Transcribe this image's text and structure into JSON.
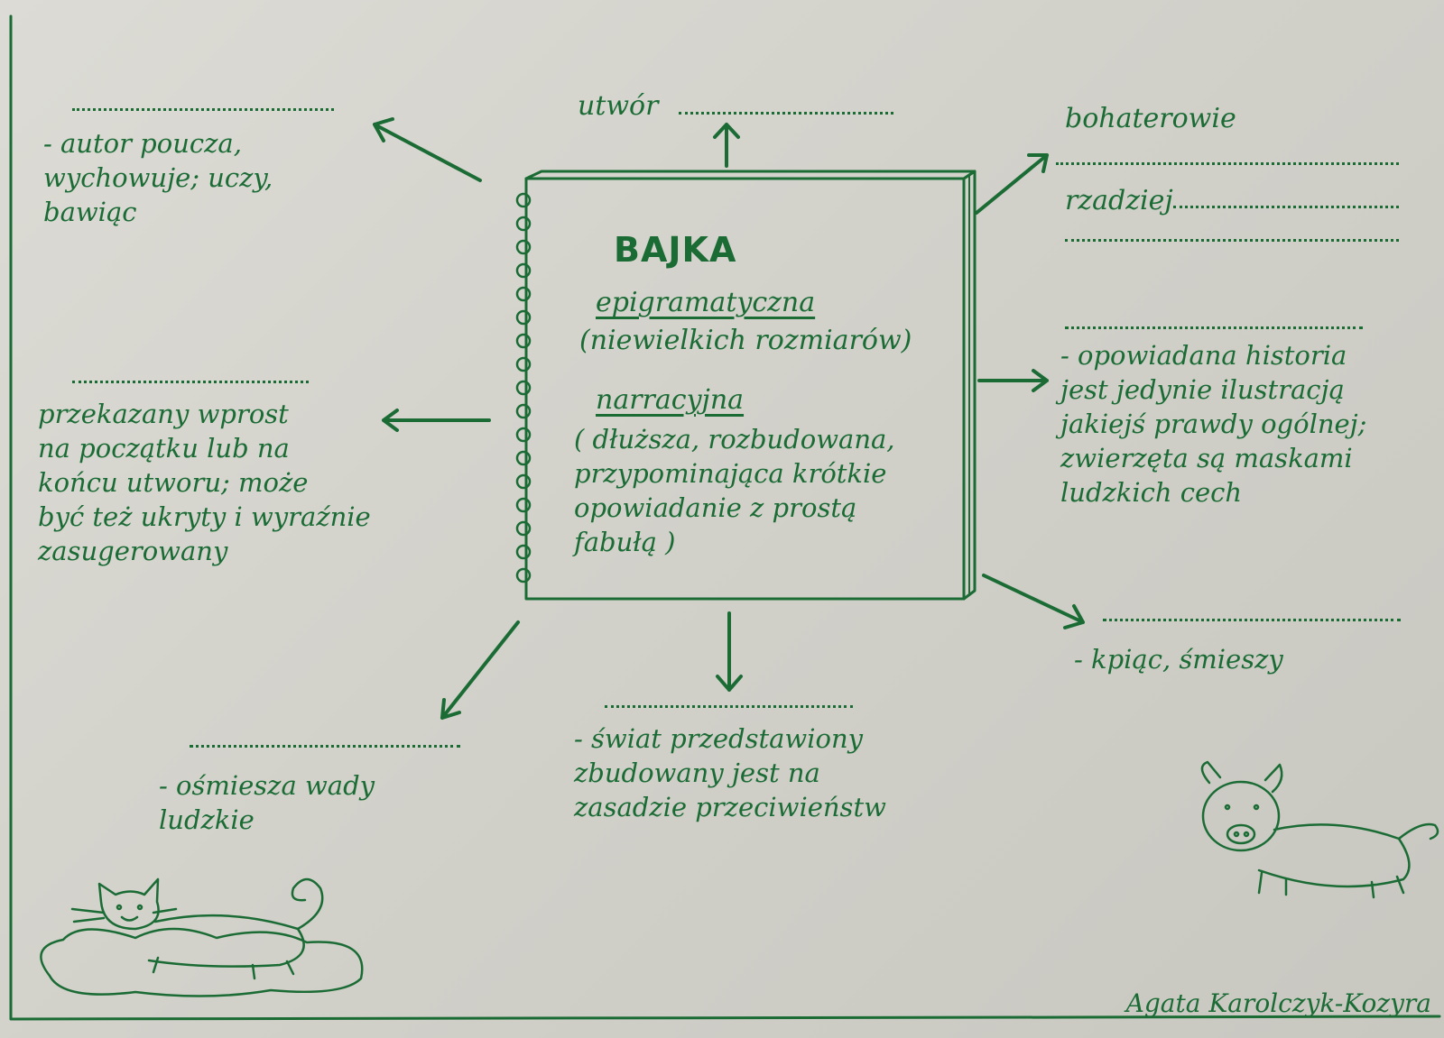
{
  "title": "BAJKA",
  "types": [
    {
      "name": "epigramatyczna",
      "desc": "(niewielkich rozmiarów)"
    },
    {
      "name": "narracyjna",
      "desc_lines": [
        "( dłuższa, rozbudowana,",
        "przypominająca krótkie",
        "opowiadanie z prostą",
        "fabułą )"
      ]
    }
  ],
  "utwor_label": "utwór",
  "bohaterowie_label": "bohaterowie",
  "rzadziej_label": "rzadziej",
  "left_top": [
    "- autor poucza,",
    "wychowuje; uczy,",
    "bawiąc"
  ],
  "left_mid": [
    "przekazany wprost",
    "na początku lub na",
    "końcu utworu; może",
    "być też ukryty i wyraźnie",
    "zasugerowany"
  ],
  "right_mid": [
    "- opowiadana historia",
    "jest jedynie ilustracją",
    "jakiejś prawdy ogólnej;",
    "zwierzęta są maskami",
    "ludzkich cech"
  ],
  "right_bottom": [
    "- kpiąc, śmieszy"
  ],
  "bottom_left": [
    "- ośmiesza wady",
    "ludzkie"
  ],
  "bottom_center": [
    "- świat przedstawiony",
    "zbudowany jest na",
    "zasadzie przeciwieństw"
  ],
  "signature": "Agata Karolczyk-Kozyra",
  "colors": {
    "ink": "#1b6b35",
    "paper": "#d4d3cc"
  }
}
